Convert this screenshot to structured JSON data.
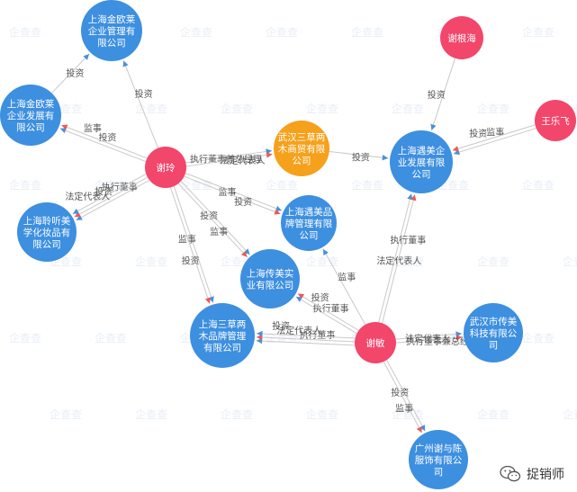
{
  "colors": {
    "person": "#f2466a",
    "company": "#3d8fe0",
    "focus": "#f5a11c",
    "edge": "#c9c9c9"
  },
  "nodes": [
    {
      "id": "jinou_mgmt",
      "label": [
        "上海金欧莱",
        "企业管理有",
        "限公司"
      ],
      "type": "company"
    },
    {
      "id": "jinou_dev",
      "label": [
        "上海金欧莱",
        "企业发展有",
        "限公司"
      ],
      "type": "company"
    },
    {
      "id": "xieling",
      "label": [
        "谢玲"
      ],
      "type": "person"
    },
    {
      "id": "pinting",
      "label": [
        "上海聆听美",
        "学化妆品有",
        "限公司"
      ],
      "type": "company"
    },
    {
      "id": "wuhan_sancao",
      "label": [
        "武汉三草两",
        "木商贸有限",
        "公司"
      ],
      "type": "focus"
    },
    {
      "id": "yumei_brand",
      "label": [
        "上海遇美品",
        "牌管理有限",
        "公司"
      ],
      "type": "company"
    },
    {
      "id": "chuanmei",
      "label": [
        "上海传美实",
        "业有限公司"
      ],
      "type": "company"
    },
    {
      "id": "sancao_brand",
      "label": [
        "上海三草两",
        "木品牌管理",
        "有限公司"
      ],
      "type": "company"
    },
    {
      "id": "xiegenhai",
      "label": [
        "谢根海"
      ],
      "type": "person"
    },
    {
      "id": "wanglefei",
      "label": [
        "王乐飞"
      ],
      "type": "person"
    },
    {
      "id": "yumei_dev",
      "label": [
        "上海遇美企",
        "业发展有限",
        "公司"
      ],
      "type": "company"
    },
    {
      "id": "xiemin",
      "label": [
        "谢敏"
      ],
      "type": "person"
    },
    {
      "id": "wuhan_chuanmei",
      "label": [
        "武汉市传美",
        "科技有限公",
        "司"
      ],
      "type": "company"
    },
    {
      "id": "guangzhou_xie",
      "label": [
        "广州谢与陈",
        "服饰有限公",
        "司"
      ],
      "type": "company"
    }
  ],
  "edges": [
    {
      "from": "jinou_dev",
      "to": "jinou_mgmt",
      "labels": [
        "投资"
      ]
    },
    {
      "from": "xieling",
      "to": "jinou_mgmt",
      "labels": [
        "投资"
      ]
    },
    {
      "from": "xieling",
      "to": "jinou_dev",
      "labels": [
        "投资",
        "监事"
      ]
    },
    {
      "from": "xieling",
      "to": "pinting",
      "labels": [
        "执行董事",
        "投资",
        "法定代表人"
      ]
    },
    {
      "from": "xieling",
      "to": "wuhan_sancao",
      "labels": [
        "执行董事兼总经理",
        "法定代表人"
      ]
    },
    {
      "from": "xieling",
      "to": "yumei_brand",
      "labels": [
        "监事",
        "投资"
      ]
    },
    {
      "from": "xieling",
      "to": "chuanmei",
      "labels": [
        "投资",
        "监事"
      ]
    },
    {
      "from": "xieling",
      "to": "sancao_brand",
      "labels": [
        "监事",
        "投资"
      ]
    },
    {
      "from": "wuhan_sancao",
      "to": "yumei_dev",
      "labels": [
        "投资"
      ]
    },
    {
      "from": "xiegenhai",
      "to": "yumei_dev",
      "labels": [
        "投资"
      ]
    },
    {
      "from": "wanglefei",
      "to": "yumei_dev",
      "labels": [
        "监事",
        "投资"
      ]
    },
    {
      "from": "xiemin",
      "to": "yumei_dev",
      "labels": [
        "法定代表人",
        "执行董事"
      ]
    },
    {
      "from": "xiemin",
      "to": "yumei_brand",
      "labels": [
        "监事"
      ]
    },
    {
      "from": "xiemin",
      "to": "chuanmei",
      "labels": [
        "执行董事",
        "投资"
      ]
    },
    {
      "from": "xiemin",
      "to": "sancao_brand",
      "labels": [
        "执行董事",
        "法定代表人",
        "投资"
      ]
    },
    {
      "from": "xiemin",
      "to": "wuhan_chuanmei",
      "labels": [
        "法定代表人",
        "执行董事兼总经理"
      ]
    },
    {
      "from": "xiemin",
      "to": "guangzhou_xie",
      "labels": [
        "投资",
        "监事"
      ]
    }
  ],
  "watermark": "企查查",
  "brand": {
    "icon": "wechat-icon",
    "name": "捉销师"
  }
}
